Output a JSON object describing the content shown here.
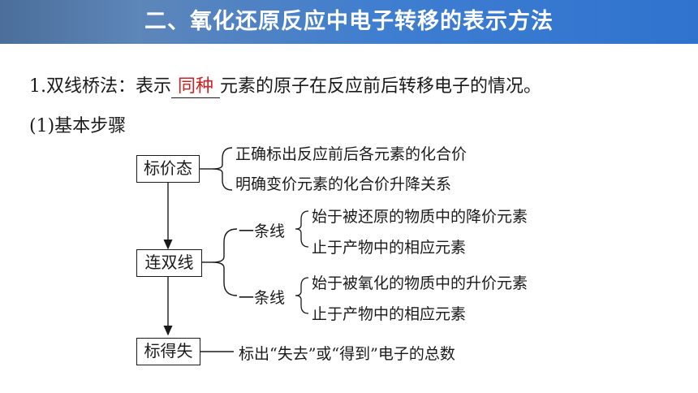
{
  "header": {
    "title": "二、氧化还原反应中电子转移的表示方法"
  },
  "intro": {
    "prefix": "1.双线桥法：表示",
    "blank_answer": "同种",
    "suffix": "元素的原子在反应前后转移电子的情况。"
  },
  "steps_heading": "(1)基本步骤",
  "diagram": {
    "box1": "标价态",
    "box1_items": [
      "正确标出反应前后各元素的化合价",
      "明确变价元素的化合价升降关系"
    ],
    "box2": "连双线",
    "branch1_label": "一条线",
    "branch1_items": [
      "始于被还原的物质中的降价元素",
      "止于产物中的相应元素"
    ],
    "branch2_label": "一条线",
    "branch2_items": [
      "始于被氧化的物质中的升价元素",
      "止于产物中的相应元素"
    ],
    "box3": "标得失",
    "box3_item": "标出“失去”或“得到”电子的总数"
  },
  "colors": {
    "banner": "#3f7ed0",
    "answer": "#d21f1f"
  }
}
